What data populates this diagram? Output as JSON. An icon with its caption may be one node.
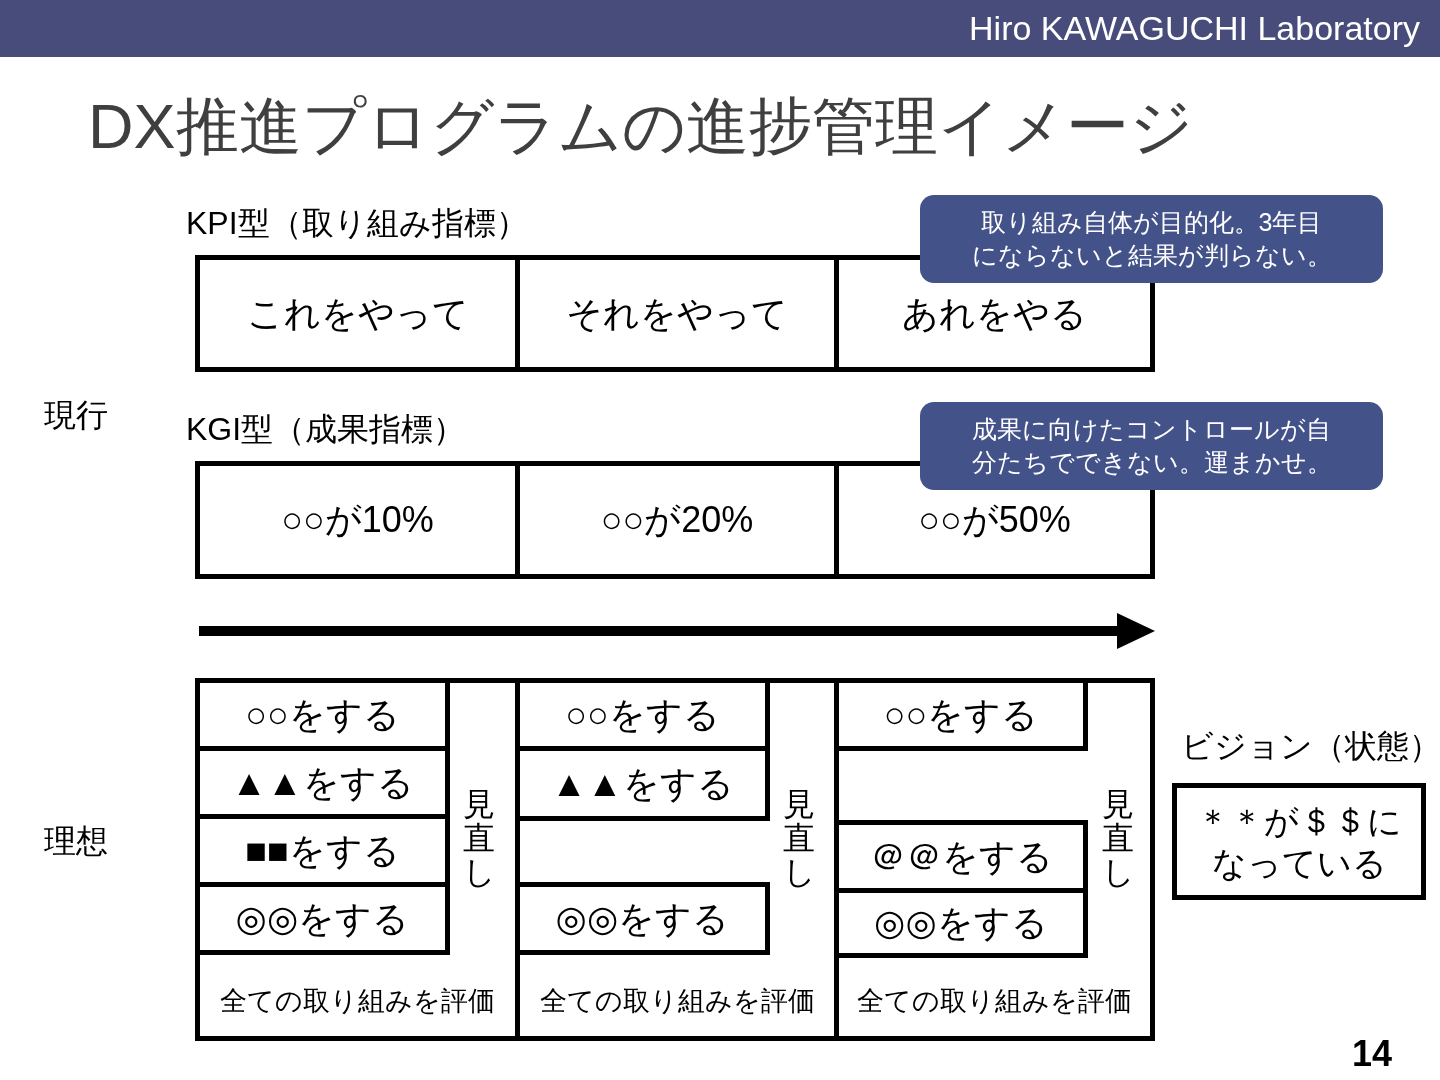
{
  "diagram": {
    "title": "DX推進プログラムの進捗管理イメージ",
    "nodes": [
      {
        "text": [
          "KPI型（取り組み指標）"
        ]
      },
      {
        "text": [
          "これをやって"
        ],
        "in": 0
      },
      {
        "text": [
          "それをやって"
        ],
        "in": 0
      },
      {
        "text": [
          "あれをやる"
        ],
        "in": 0
      },
      {
        "text": [
          "取り組み自体が目的化。3年目にならないと結果が判らない。"
        ]
      },
      {
        "text": [
          "KGI型（成果指標）"
        ]
      },
      {
        "text": [
          "○○が10%"
        ],
        "in": 5
      },
      {
        "text": [
          "○○が20%"
        ],
        "in": 5
      },
      {
        "text": [
          "○○が50%"
        ],
        "in": 5
      },
      {
        "text": [
          "成果に向けたコントロールが自分たちでできない。運まかせ。"
        ]
      },
      {
        "text": [
          "見直し",
          "全ての取り組みを評価"
        ]
      },
      {
        "text": [
          "○○をする"
        ],
        "in": 10
      },
      {
        "text": [
          "▲▲をする"
        ],
        "in": 10
      },
      {
        "text": [
          "■■をする"
        ],
        "in": 10
      },
      {
        "text": [
          "◎◎をする"
        ],
        "in": 10
      },
      {
        "text": [
          "見直し",
          "全ての取り組みを評価"
        ]
      },
      {
        "text": [
          "○○をする"
        ],
        "in": 15
      },
      {
        "text": [
          "▲▲をする"
        ],
        "in": 15
      },
      {
        "text": [
          "◎◎をする"
        ],
        "in": 15
      },
      {
        "text": [
          "見直し",
          "全ての取り組みを評価"
        ]
      },
      {
        "text": [
          "○○をする"
        ],
        "in": 19
      },
      {
        "text": [
          "＠＠をする"
        ],
        "in": 19
      },
      {
        "text": [
          "◎◎をする"
        ],
        "in": 19
      },
      {
        "text": [
          "ビジョン（状態）",
          "＊＊が＄＄になっている"
        ]
      }
    ],
    "labels": [
      "Hiro KAWAGUCHI Laboratory",
      "現行",
      "理想",
      "14"
    ]
  }
}
